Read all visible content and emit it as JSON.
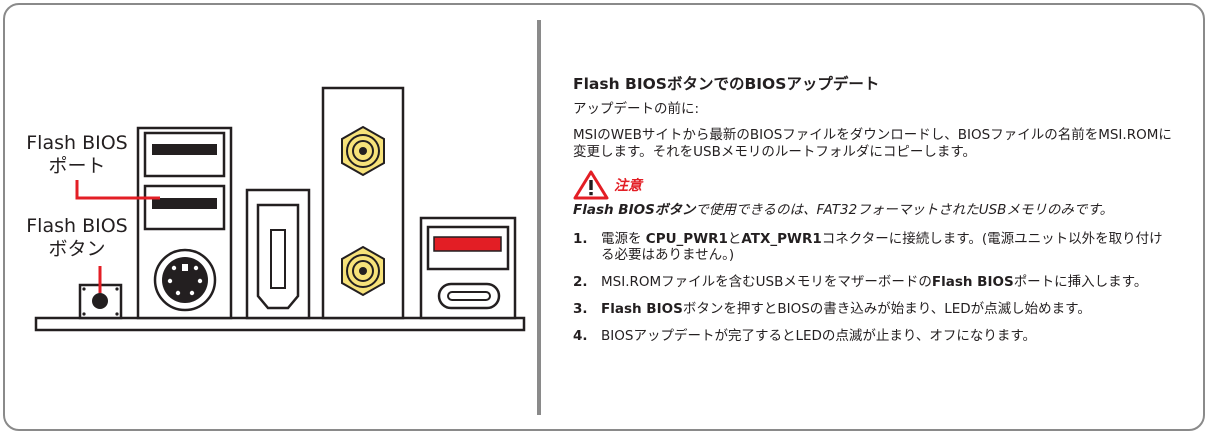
{
  "diagram": {
    "port_label_line1": "Flash BIOS",
    "port_label_line2": "ポート",
    "button_label_line1": "Flash BIOS",
    "button_label_line2": "ボタン",
    "accent_color": "#e31e25",
    "outline_color": "#231f20",
    "antenna_color": "#f7e27a"
  },
  "content": {
    "title": "Flash BIOSボタンでのBIOSアップデート",
    "before_label": "アップデートの前に:",
    "prep_text": "MSIのWEBサイトから最新のBIOSファイルをダウンロードし、BIOSファイルの名前をMSI.ROMに変更します。それをUSBメモリのルートフォルダにコピーします。",
    "caution_label": "注意",
    "caution_icon": "warning-triangle-icon",
    "note_bold": "Flash BIOSボタン",
    "note_rest": "で使用できるのは、FAT32フォーマットされたUSBメモリのみです。",
    "steps": [
      {
        "num": "1.",
        "a": "電源を ",
        "b1": "CPU_PWR1",
        "c": "と",
        "b2": "ATX_PWR1",
        "d": "コネクターに接続します。(電源ユニット以外を取り付ける必要はありません。)"
      },
      {
        "num": "2.",
        "a": "MSI.ROMファイルを含むUSBメモリをマザーボードの",
        "b1": "Flash BIOS",
        "c": "ポートに挿入します。"
      },
      {
        "num": "3.",
        "b1": "Flash BIOS",
        "c": "ボタンを押すとBIOSの書き込みが始まり、LEDが点滅し始めます。"
      },
      {
        "num": "4.",
        "a": "BIOSアップデートが完了するとLEDの点滅が止まり、オフになります。"
      }
    ]
  }
}
